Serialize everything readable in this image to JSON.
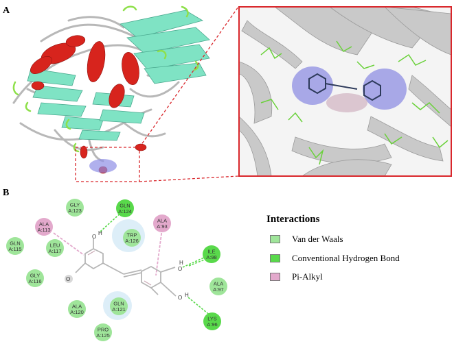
{
  "panel_labels": {
    "a": "A",
    "b": "B"
  },
  "legend": {
    "title": "Interactions",
    "items": [
      {
        "label": "Van der Waals",
        "color": "#9fe59a"
      },
      {
        "label": "Conventional Hydrogen Bond",
        "color": "#59d94b"
      },
      {
        "label": "Pi-Alkyl",
        "color": "#e3a9cc"
      }
    ]
  },
  "residues": [
    {
      "line1": "GLY",
      "line2": "A:123",
      "type": "vdw"
    },
    {
      "line1": "GLN",
      "line2": "A:124",
      "type": "hbond"
    },
    {
      "line1": "ALA",
      "line2": "A:113",
      "type": "pialkyl"
    },
    {
      "line1": "ALA",
      "line2": "A:93",
      "type": "pialkyl"
    },
    {
      "line1": "TRP",
      "line2": "A:126",
      "type": "vdw"
    },
    {
      "line1": "GLN",
      "line2": "A:115",
      "type": "vdw"
    },
    {
      "line1": "LEU",
      "line2": "A:117",
      "type": "vdw"
    },
    {
      "line1": "ILE",
      "line2": "A:98",
      "type": "hbond"
    },
    {
      "line1": "GLY",
      "line2": "A:116",
      "type": "vdw"
    },
    {
      "line1": "ALA",
      "line2": "A:97",
      "type": "vdw"
    },
    {
      "line1": "ALA",
      "line2": "A:120",
      "type": "vdw"
    },
    {
      "line1": "GLN",
      "line2": "A:121",
      "type": "vdw"
    },
    {
      "line1": "LYS",
      "line2": "A:96",
      "type": "hbond"
    },
    {
      "line1": "PRO",
      "line2": "A:125",
      "type": "vdw"
    }
  ],
  "atoms": {
    "oxygen": "O",
    "hydrogen": "H"
  },
  "colors": {
    "vdw": "#9fe59a",
    "hbond": "#59d94b",
    "pialkyl": "#e3a9cc",
    "helix": "#d7241d",
    "sheet": "#7fe3c4",
    "loop": "#b8b8b8",
    "turn": "#8ee04a",
    "surface": "#7f7fe3",
    "callout": "#d9262b"
  }
}
